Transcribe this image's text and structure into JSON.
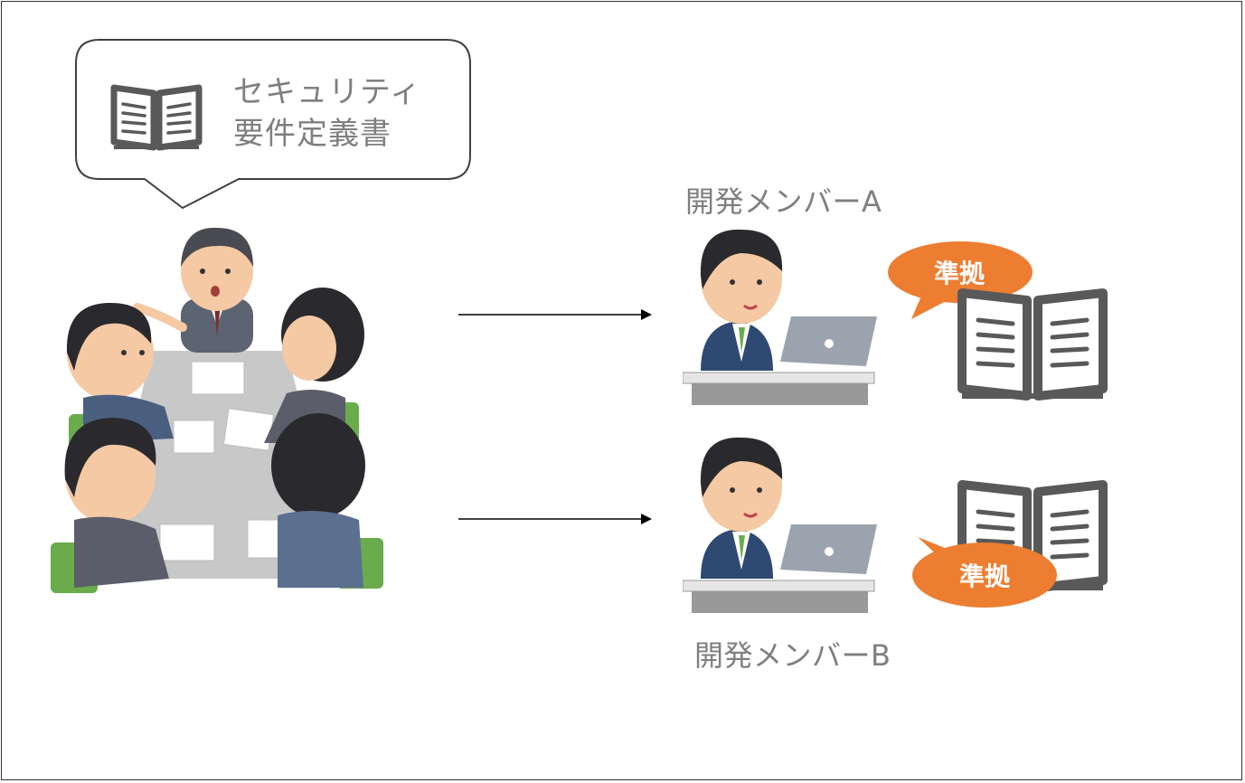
{
  "document_bubble": {
    "title_line1": "セキュリティ",
    "title_line2": "要件定義書",
    "icon": "open-book-icon"
  },
  "meeting": {
    "icon": "meeting-group-illustration"
  },
  "members": [
    {
      "label": "開発メンバーA",
      "callout": "準拠",
      "icon": "developer-at-laptop-illustration"
    },
    {
      "label": "開発メンバーB",
      "callout": "準拠",
      "icon": "developer-at-laptop-illustration"
    }
  ],
  "colors": {
    "callout": "#ed7d31",
    "text_gray": "#7f7f7f",
    "icon_gray": "#595959",
    "frame": "#333333"
  }
}
